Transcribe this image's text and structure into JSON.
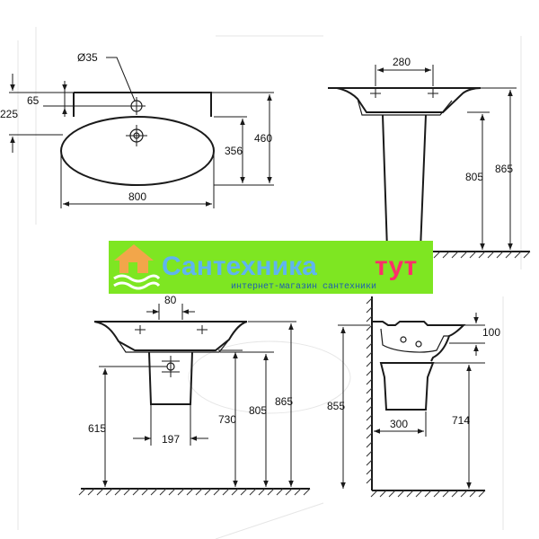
{
  "top_view": {
    "hole_diameter": "Ø35",
    "dim_65": "65",
    "dim_225": "225",
    "dim_356": "356",
    "dim_460": "460",
    "dim_800": "800"
  },
  "front_pedestal": {
    "dim_280": "280",
    "dim_805": "805",
    "dim_865": "865"
  },
  "front_semipedestal": {
    "dim_80": "80",
    "dim_615": "615",
    "dim_197": "197",
    "dim_730": "730",
    "dim_805": "805",
    "dim_865": "865"
  },
  "side_view": {
    "dim_100": "100",
    "dim_855": "855",
    "dim_300": "300",
    "dim_714": "714"
  },
  "watermark": {
    "brand_part1": "Сантехника",
    "brand_part2": "тут",
    "tagline": "интернет-магазин сантехники",
    "bg_color": "#7ee622",
    "logo_color": "#f2a64a"
  }
}
